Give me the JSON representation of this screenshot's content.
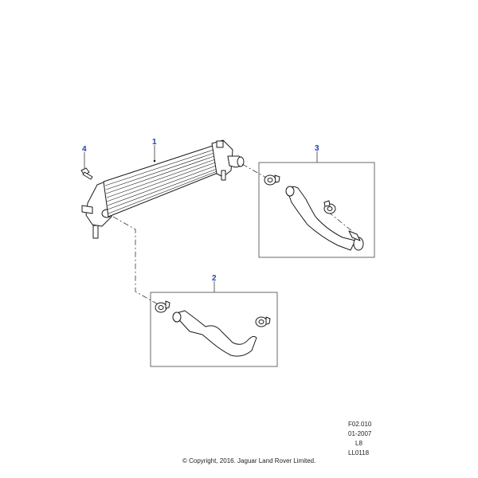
{
  "callouts": {
    "c1": "1",
    "c2": "2",
    "c3": "3",
    "c4": "4"
  },
  "reference": {
    "line1": "F02.010",
    "line2": "01-2007",
    "line3": "L8",
    "line4": "LL0118"
  },
  "copyright": "© Copyright, 2016. Jaguar Land Rover Limited.",
  "colors": {
    "callout": "#1f3fb5",
    "line": "#1a1a1a"
  }
}
